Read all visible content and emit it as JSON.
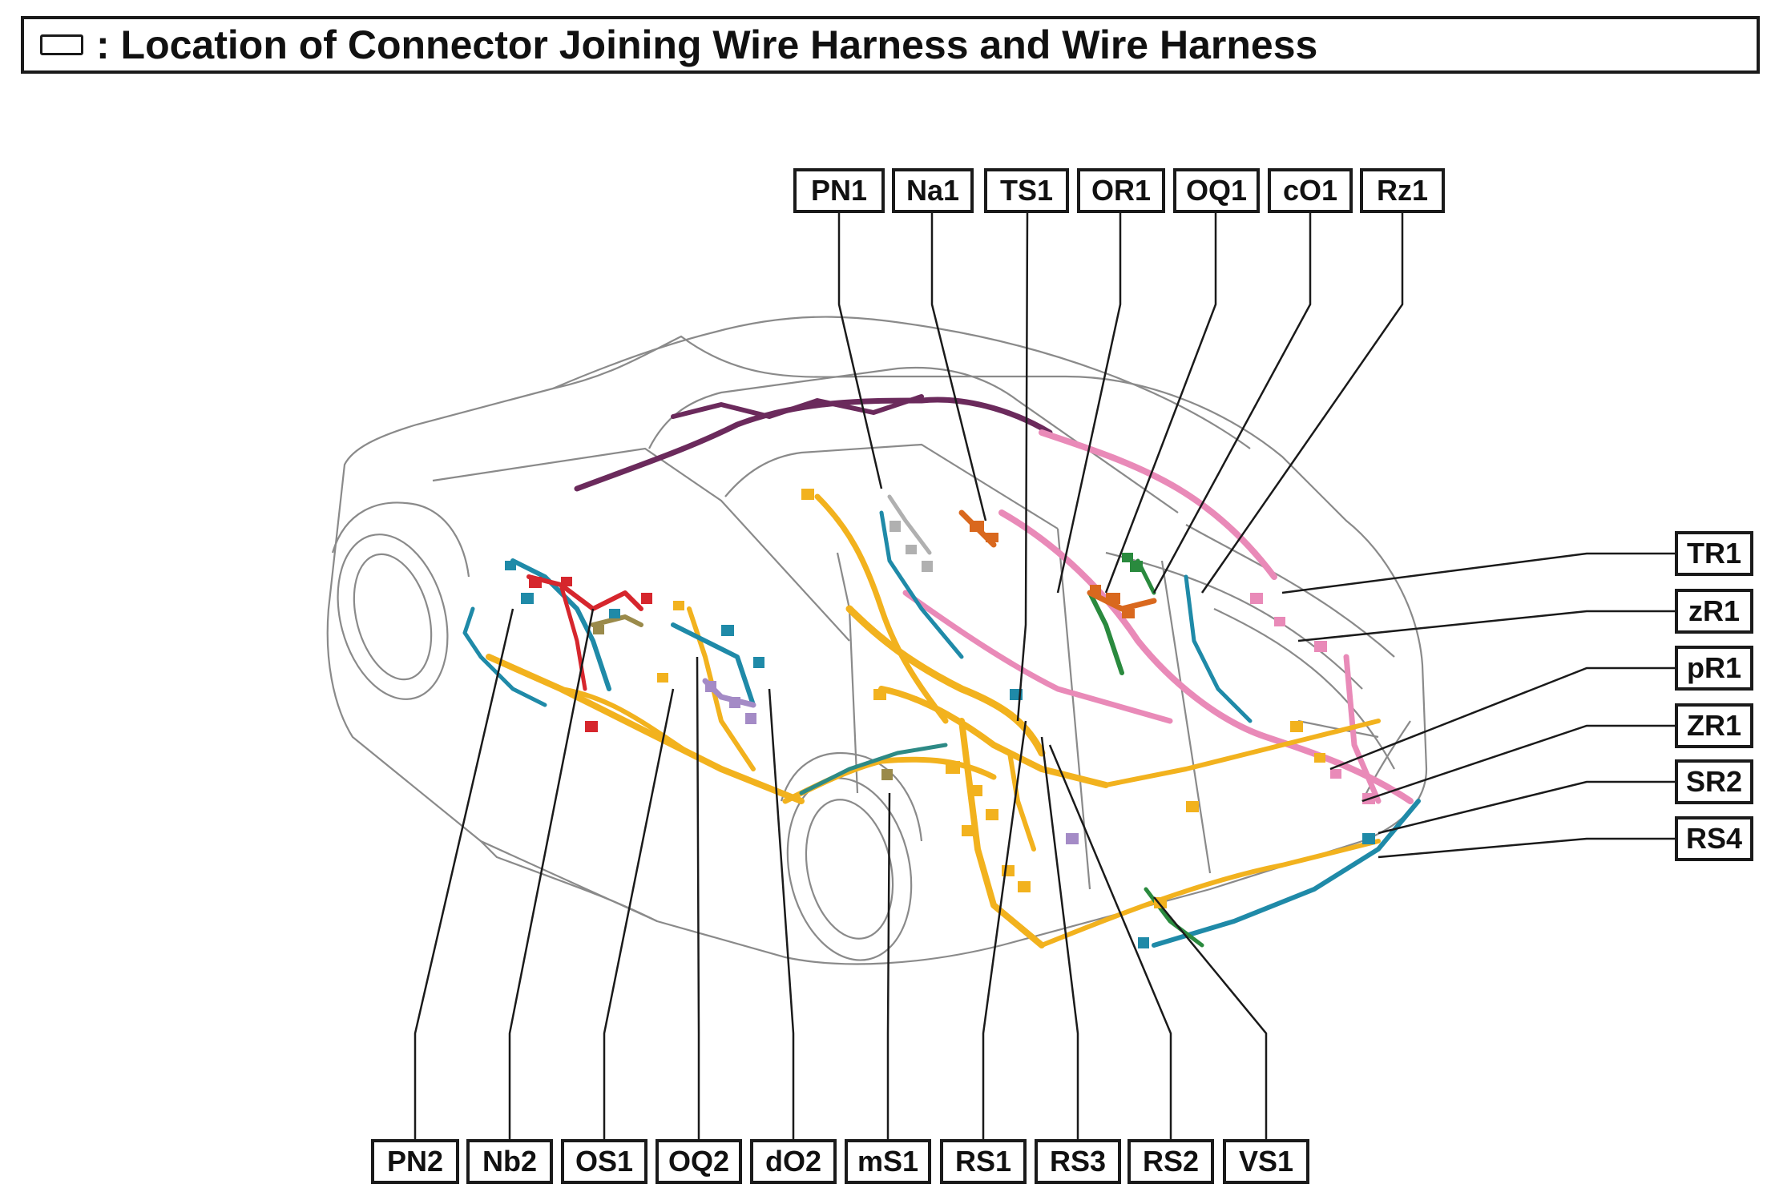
{
  "title": {
    "text": ": Location of Connector Joining Wire Harness and Wire Harness"
  },
  "connectors": {
    "top": [
      "PN1",
      "Na1",
      "TS1",
      "OR1",
      "OQ1",
      "cO1",
      "Rz1"
    ],
    "right": [
      "TR1",
      "zR1",
      "pR1",
      "ZR1",
      "SR2",
      "RS4"
    ],
    "bottom": [
      "PN2",
      "Nb2",
      "OS1",
      "OQ2",
      "dO2",
      "mS1",
      "RS1",
      "RS3",
      "RS2",
      "VS1"
    ]
  },
  "colors": {
    "yellow_harness": "#f2b21e",
    "pink_harness": "#e98ab8",
    "purple_harness": "#6b2a5c",
    "blue_harness": "#1f8aa8",
    "red_harness": "#d6262d",
    "green_harness": "#2a8a3e",
    "orange_harness": "#d9681e",
    "lavender_harness": "#a48bc6",
    "olive_harness": "#9a8a4a"
  }
}
